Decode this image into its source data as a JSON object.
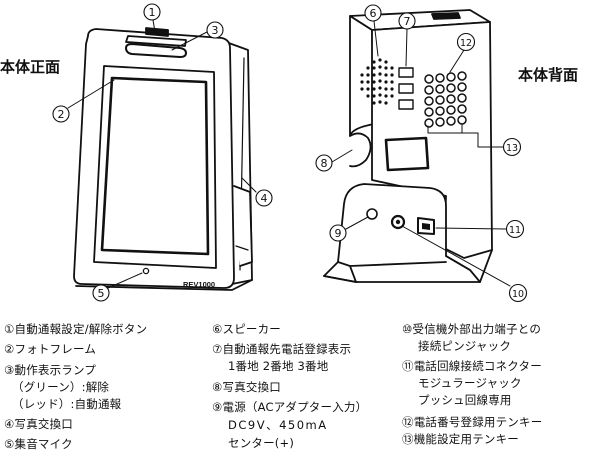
{
  "labels": {
    "front": "本体正面",
    "back": "本体背面",
    "model": "REV1000"
  },
  "markers": [
    "①",
    "②",
    "③",
    "④",
    "⑤",
    "⑥",
    "⑦",
    "⑧",
    "⑨",
    "⑩",
    "⑪",
    "⑫",
    "⑬"
  ],
  "legend": {
    "col1": [
      "①自動通報設定/解除ボタン",
      "②フォトフレーム",
      "③動作表示ランプ",
      "（グリーン）:解除",
      "（レッド）:自動通報",
      "④写真交換口",
      "⑤集音マイク"
    ],
    "col2": [
      "⑥スピーカー",
      "⑦自動通報先電話登録表示",
      "1番地  2番地  3番地",
      "⑧写真交換口",
      "⑨電源（ACアダプター入力）",
      "DC9V、450mA",
      "センター(+)"
    ],
    "col3": [
      "⑩受信機外部出力端子との",
      "接続ピンジャック",
      "⑪電話回線接続コネクター",
      "モジュラージャック",
      "プッシュ回線専用",
      "⑫電話番号登録用テンキー",
      "⑬機能設定用テンキー"
    ]
  },
  "colors": {
    "line": "#111111",
    "fill": "#ffffff",
    "shade": "#222222"
  }
}
